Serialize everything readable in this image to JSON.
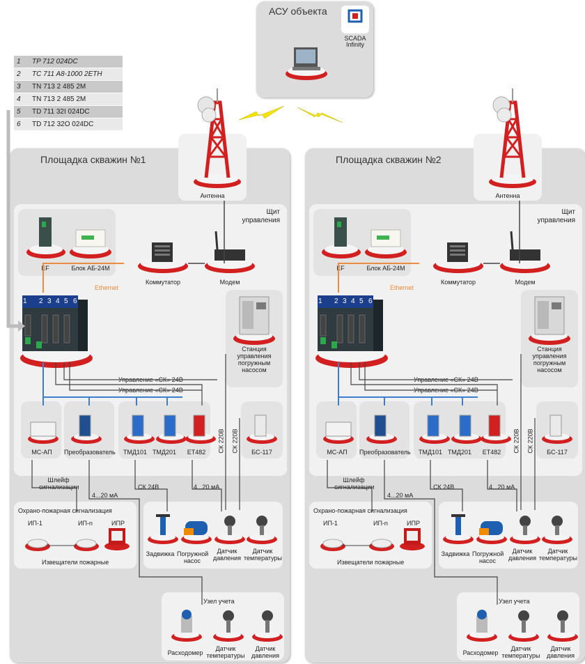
{
  "top": {
    "title": "АСУ объекта",
    "scada_line1": "SCADA",
    "scada_line2": "Infinity"
  },
  "order_table": [
    {
      "n": "1",
      "code": "TP 712 024DC"
    },
    {
      "n": "2",
      "code": "TC 711 A8-1000 2ETH"
    },
    {
      "n": "3",
      "code": "TN 713 2 485 2M"
    },
    {
      "n": "4",
      "code": "TN 713 2 485 2M"
    },
    {
      "n": "5",
      "code": "TD 711 32I 024DC"
    },
    {
      "n": "6",
      "code": "TD 712 32O 024DC"
    }
  ],
  "sites": [
    {
      "title": "Площадка скважин №1",
      "antenna": "Антенна",
      "panel_title": "Щит управления",
      "ef": "EF",
      "block": "Блок АБ-24М",
      "switch": "Коммутатор",
      "modem": "Модем",
      "ethernet": "Ethernet",
      "slots": [
        "1",
        "2",
        "3",
        "4",
        "5",
        "6"
      ],
      "station": "Станция управления погружным насосом",
      "ctrl1": "Управление «СК» 24В",
      "ctrl2": "Управление «СК» 24В",
      "devices": [
        "МС-АП",
        "Преобразователь",
        "ТМД101",
        "ТМД201",
        "ЕТ482",
        "БС-117"
      ],
      "sk220a": "СК 220В",
      "sk220b": "СК 220В",
      "loop": "Шлейф сигнализации",
      "ma1": "4...20 мА",
      "sk24": "СК 24В",
      "ma2": "4...20 мА",
      "fire_title": "Охрано-пожарная сигнализация",
      "fire": [
        "ИП-1",
        "ИП-n",
        "ИПР"
      ],
      "fire_caption": "Извещатели пожарные",
      "field": [
        "Задвижка",
        "Погружной насос",
        "Датчик давления",
        "Датчик температуры"
      ],
      "meter_title": "Узел учета",
      "meter": [
        "Расходомер",
        "Датчик температуры",
        "Датчик давления"
      ]
    },
    {
      "title": "Площадка скважин №2",
      "antenna": "Антенна",
      "panel_title": "Щит управления",
      "ef": "EF",
      "block": "Блок АБ-24М",
      "switch": "Коммутатор",
      "modem": "Модем",
      "ethernet": "Ethernet",
      "slots": [
        "1",
        "2",
        "3",
        "4",
        "5",
        "6"
      ],
      "station": "Станция управления погружным насосом",
      "ctrl1": "Управление «СК» 24В",
      "ctrl2": "Управление «СК» 24В",
      "devices": [
        "МС-АП",
        "Преобразователь",
        "ТМД101",
        "ТМД201",
        "ЕТ482",
        "БС-117"
      ],
      "sk220a": "СК 220В",
      "sk220b": "СК 220В",
      "loop": "Шлейф сигнализации",
      "ma1": "4...20 мА",
      "sk24": "СК 24В",
      "ma2": "4...20 мА",
      "fire_title": "Охрано-пожарная сигнализация",
      "fire": [
        "ИП-1",
        "ИП-n",
        "ИПР"
      ],
      "fire_caption": "Извещатели пожарные",
      "field": [
        "Задвижка",
        "Погружной насос",
        "Датчик давления",
        "Датчик температуры"
      ],
      "meter_title": "Узел учета",
      "meter": [
        "Расходомер",
        "Датчик температуры",
        "Датчик давления"
      ]
    }
  ],
  "colors": {
    "accent_red": "#d21f1f",
    "ethernet": "#f08a3c",
    "bus_blue": "#3b7fd0",
    "panel": "#dcdcdc"
  }
}
